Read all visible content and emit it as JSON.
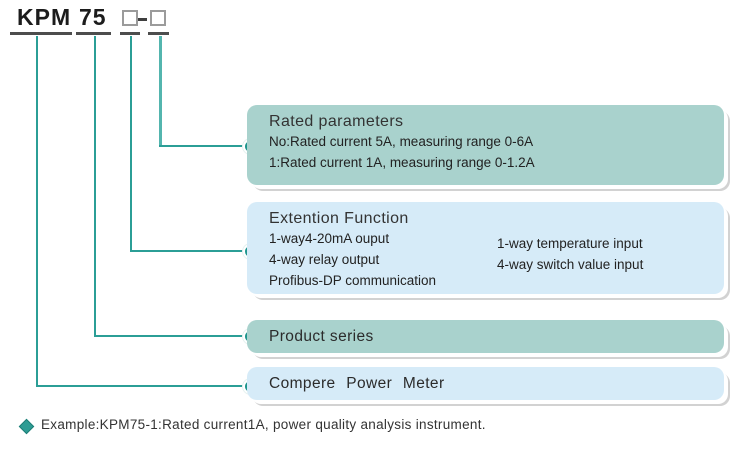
{
  "title": {
    "model_prefix": "KPM",
    "model_series": "75"
  },
  "boxes": {
    "rated_parameters": {
      "heading": "Rated parameters",
      "lines": [
        "No:Rated current 5A, measuring range 0-6A",
        "1:Rated current 1A, measuring range 0-1.2A"
      ]
    },
    "extension_function": {
      "heading": "Extention Function",
      "left_column": [
        "1-way4-20mA ouput",
        "4-way relay output",
        "Profibus-DP communication"
      ],
      "right_column": [
        "1-way temperature input",
        "4-way switch value input"
      ]
    },
    "product_series": {
      "heading": "Product series"
    },
    "power_meter": {
      "heading": "Compere Power Meter"
    }
  },
  "example": {
    "text": "Example:KPM75-1:Rated current1A, power quality analysis instrument."
  },
  "colors": {
    "teal_box": "#a9d2cd",
    "blue_box": "#d6ebf8",
    "connector_line": "#2b9e96",
    "bullet": "#1f958d",
    "underline": "#4d4d4d"
  }
}
